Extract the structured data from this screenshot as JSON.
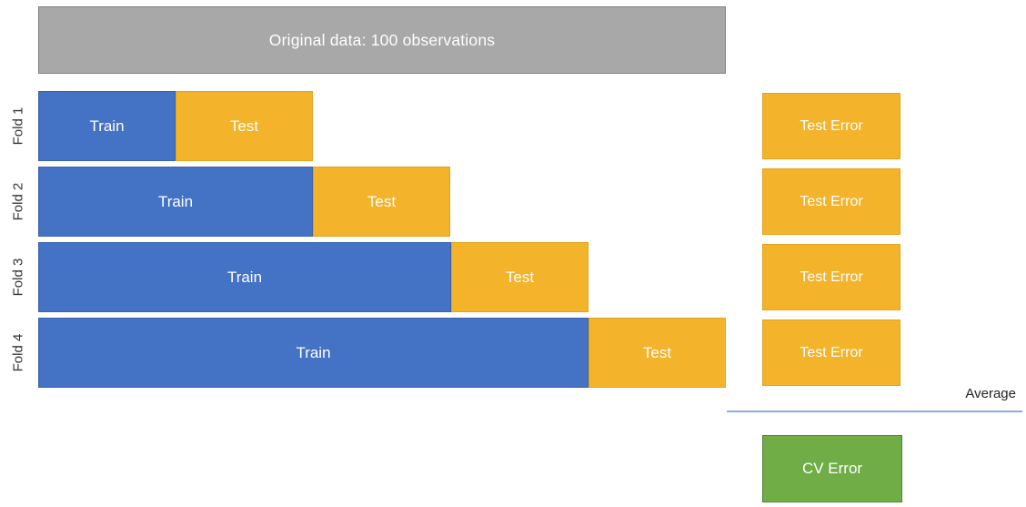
{
  "diagram": {
    "title": "Original data: 100 observations",
    "total_observations": 100,
    "folds": [
      {
        "label": "Fold 1",
        "train_label": "Train",
        "test_label": "Test",
        "train_obs": 20,
        "test_obs": 20,
        "error_label": "Test Error"
      },
      {
        "label": "Fold 2",
        "train_label": "Train",
        "test_label": "Test",
        "train_obs": 40,
        "test_obs": 20,
        "error_label": "Test Error"
      },
      {
        "label": "Fold 3",
        "train_label": "Train",
        "test_label": "Test",
        "train_obs": 60,
        "test_obs": 20,
        "error_label": "Test Error"
      },
      {
        "label": "Fold 4",
        "train_label": "Train",
        "test_label": "Test",
        "train_obs": 80,
        "test_obs": 20,
        "error_label": "Test Error"
      }
    ],
    "average_label": "Average",
    "cv_error_label": "CV Error",
    "colors": {
      "original_fill": "#A8A8A8",
      "original_border": "#7F7F7F",
      "train_fill": "#4472C4",
      "train_border": "#3A63AC",
      "test_fill": "#F3B32A",
      "test_border": "#E2A31E",
      "cv_fill": "#70AD47",
      "cv_border": "#548235",
      "average_line": "#8FAADC"
    }
  }
}
